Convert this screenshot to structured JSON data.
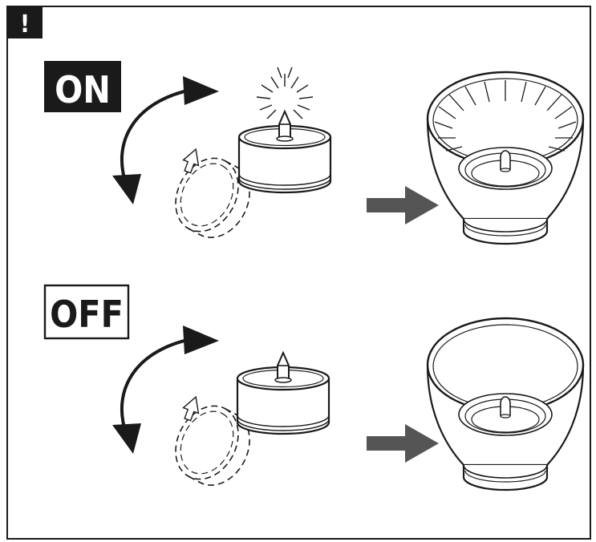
{
  "warning": {
    "symbol": "!"
  },
  "steps": [
    {
      "label": "ON",
      "state": "lit"
    },
    {
      "label": "OFF",
      "state": "unlit"
    }
  ],
  "colors": {
    "ink": "#1a1a1a",
    "arrow": "#555555",
    "paper": "#ffffff"
  }
}
